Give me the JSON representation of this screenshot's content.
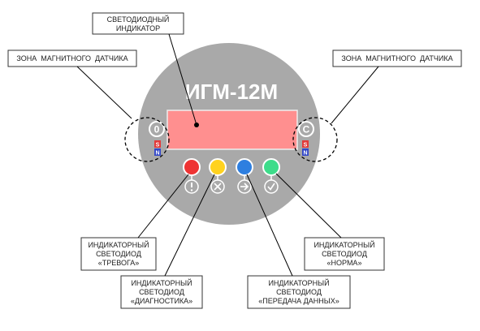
{
  "device": {
    "model": "ИГМ-12М",
    "body_color": "#a9a9a9",
    "display_color": "#ff8f8f",
    "left_button_symbol": "0",
    "right_button_symbol": "C",
    "magnet_s": "S",
    "magnet_n": "N",
    "leds": [
      {
        "name": "red",
        "color": "#ee3333",
        "icon": "exclamation-icon"
      },
      {
        "name": "yellow",
        "color": "#ffd21f",
        "icon": "cross-icon"
      },
      {
        "name": "blue",
        "color": "#2e7fe0",
        "icon": "arrow-right-icon"
      },
      {
        "name": "green",
        "color": "#3ddc8a",
        "icon": "check-icon"
      }
    ]
  },
  "callouts": {
    "display": [
      "СВЕТОДИОДНЫЙ",
      "ИНДИКАТОР"
    ],
    "magnet_zone_left": "ЗОНА  МАГНИТНОГО  ДАТЧИКА",
    "magnet_zone_right": "ЗОНА  МАГНИТНОГО  ДАТЧИКА",
    "led_alarm": [
      "ИНДИКАТОРНЫЙ",
      "СВЕТОДИОД",
      "«ТРЕВОГА»"
    ],
    "led_diagnostics": [
      "ИНДИКАТОРНЫЙ",
      "СВЕТОДИОД",
      "«ДИАГНОСТИКА»"
    ],
    "led_data": [
      "ИНДИКАТОРНЫЙ",
      "СВЕТОДИОД",
      "«ПЕРЕДАЧА ДАННЫХ»"
    ],
    "led_norm": [
      "ИНДИКАТОРНЫЙ",
      "СВЕТОДИОД",
      "«НОРМА»"
    ]
  }
}
